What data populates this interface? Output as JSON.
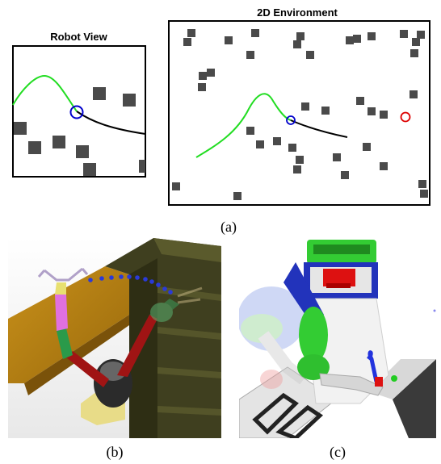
{
  "figure": {
    "robot_view_title": "Robot View",
    "environment_title": "2D Environment",
    "captions": [
      "(a)",
      "(b)",
      "(c)"
    ]
  },
  "colors": {
    "obstacle": "#4a4a4a",
    "planned_path": "#22dd22",
    "future_path": "#000000",
    "robot": "#0000cc",
    "goal": "#dd0000"
  }
}
